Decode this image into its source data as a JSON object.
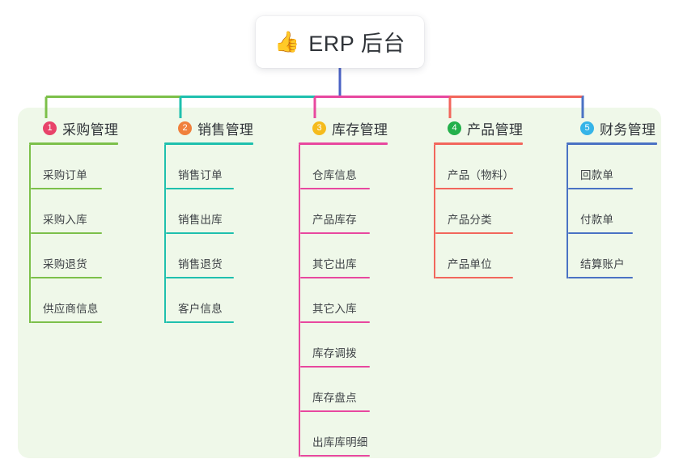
{
  "diagram": {
    "type": "mind-map",
    "title": "ERP 后台",
    "root": {
      "icon": "thumbs-up-icon",
      "emoji": "👍",
      "label": "ERP 后台"
    },
    "palette": {
      "panel_background": "#eff8e9",
      "page_background": "#ffffff",
      "root_background": "#ffffff",
      "root_text": "#2f3338",
      "root_stem": "#4a62c4",
      "branch_text": "#2f3338",
      "leaf_text": "#3f4347"
    },
    "branches": [
      {
        "number": "1",
        "label": "采购管理",
        "line_color": "#7cc04a",
        "badge_color": "#e8436a",
        "children": [
          {
            "label": "采购订单"
          },
          {
            "label": "采购入库"
          },
          {
            "label": "采购退货"
          },
          {
            "label": "供应商信息"
          }
        ]
      },
      {
        "number": "2",
        "label": "销售管理",
        "line_color": "#1fc0ae",
        "badge_color": "#f0803c",
        "children": [
          {
            "label": "销售订单"
          },
          {
            "label": "销售出库"
          },
          {
            "label": "销售退货"
          },
          {
            "label": "客户信息"
          }
        ]
      },
      {
        "number": "3",
        "label": "库存管理",
        "line_color": "#e8489f",
        "badge_color": "#f5bb1d",
        "children": [
          {
            "label": "仓库信息"
          },
          {
            "label": "产品库存"
          },
          {
            "label": "其它出库"
          },
          {
            "label": "其它入库"
          },
          {
            "label": "库存调拨"
          },
          {
            "label": "库存盘点"
          },
          {
            "label": "出库库明细"
          }
        ]
      },
      {
        "number": "4",
        "label": "产品管理",
        "line_color": "#f2665c",
        "badge_color": "#24b04b",
        "children": [
          {
            "label": "产品（物料）"
          },
          {
            "label": "产品分类"
          },
          {
            "label": "产品单位"
          }
        ]
      },
      {
        "number": "5",
        "label": "财务管理",
        "line_color": "#4a72c4",
        "badge_color": "#35b4e8",
        "children": [
          {
            "label": "回款单"
          },
          {
            "label": "付款单"
          },
          {
            "label": "结算账户"
          }
        ]
      }
    ]
  }
}
